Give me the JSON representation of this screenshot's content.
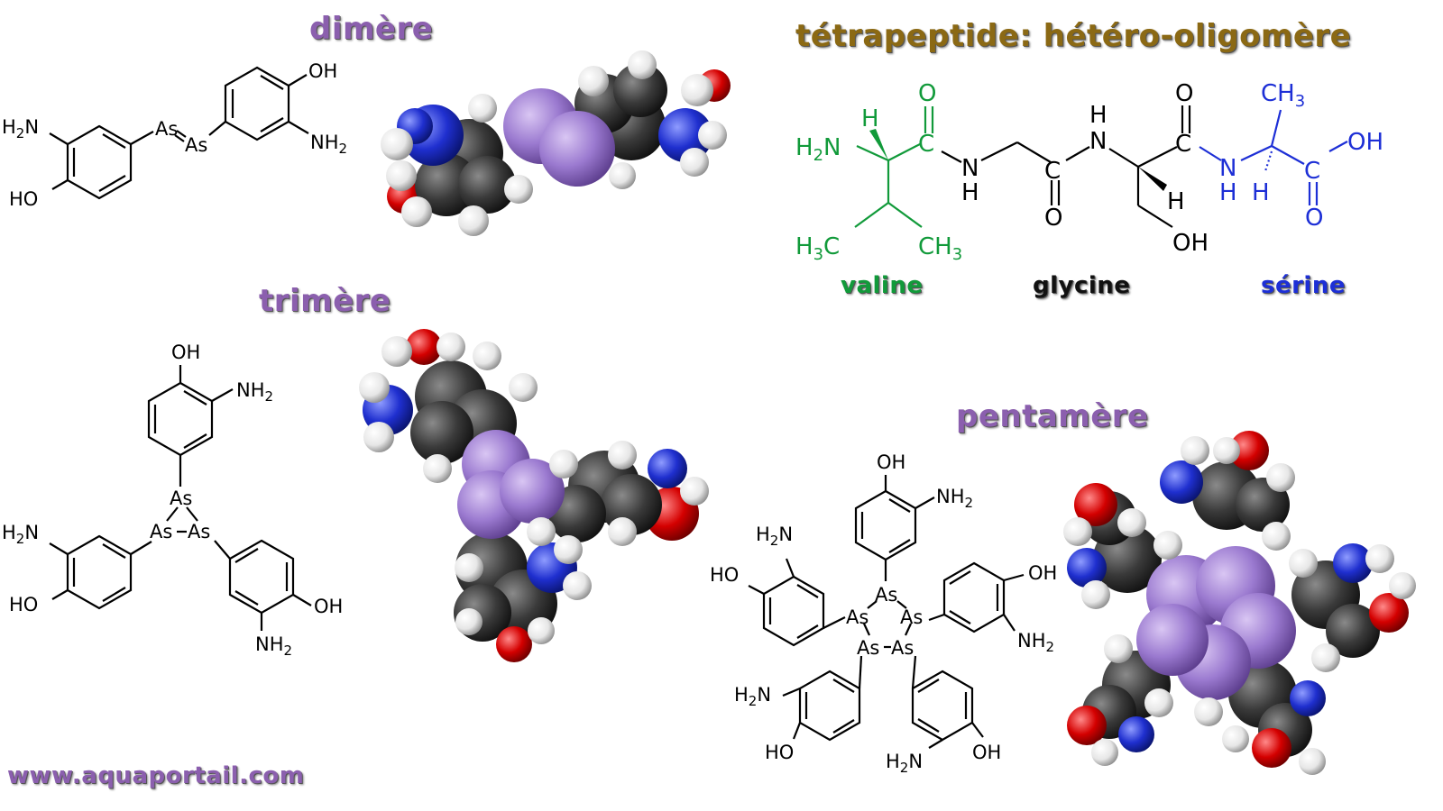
{
  "titles": {
    "dimer": "dimère",
    "trimer": "trimère",
    "pentamer": "pentamère",
    "tetrapeptide": "tétrapeptide: hétéro-oligomère",
    "website": "www.aquaportail.com"
  },
  "amino_acids": {
    "valine": "valine",
    "glycine": "glycine",
    "serine": "sérine"
  },
  "atoms": {
    "OH": "OH",
    "HO": "HO",
    "NH": "NH",
    "H2N": "H",
    "N": "N",
    "H": "H",
    "O": "O",
    "C": "C",
    "As": "As",
    "CH": "CH",
    "H3": "H",
    "sub2": "2",
    "sub3": "3"
  },
  "colors": {
    "heading": "#8b5fae",
    "tetrapeptide_title": "#8b6914",
    "valine": "#119a3a",
    "glycine": "#111111",
    "serine": "#1d2fd6",
    "arsenic": "#9b7ad0",
    "carbon": "#333333",
    "hydrogen": "#f2f2f2",
    "nitrogen": "#1f2fcf",
    "oxygen": "#d40000"
  }
}
